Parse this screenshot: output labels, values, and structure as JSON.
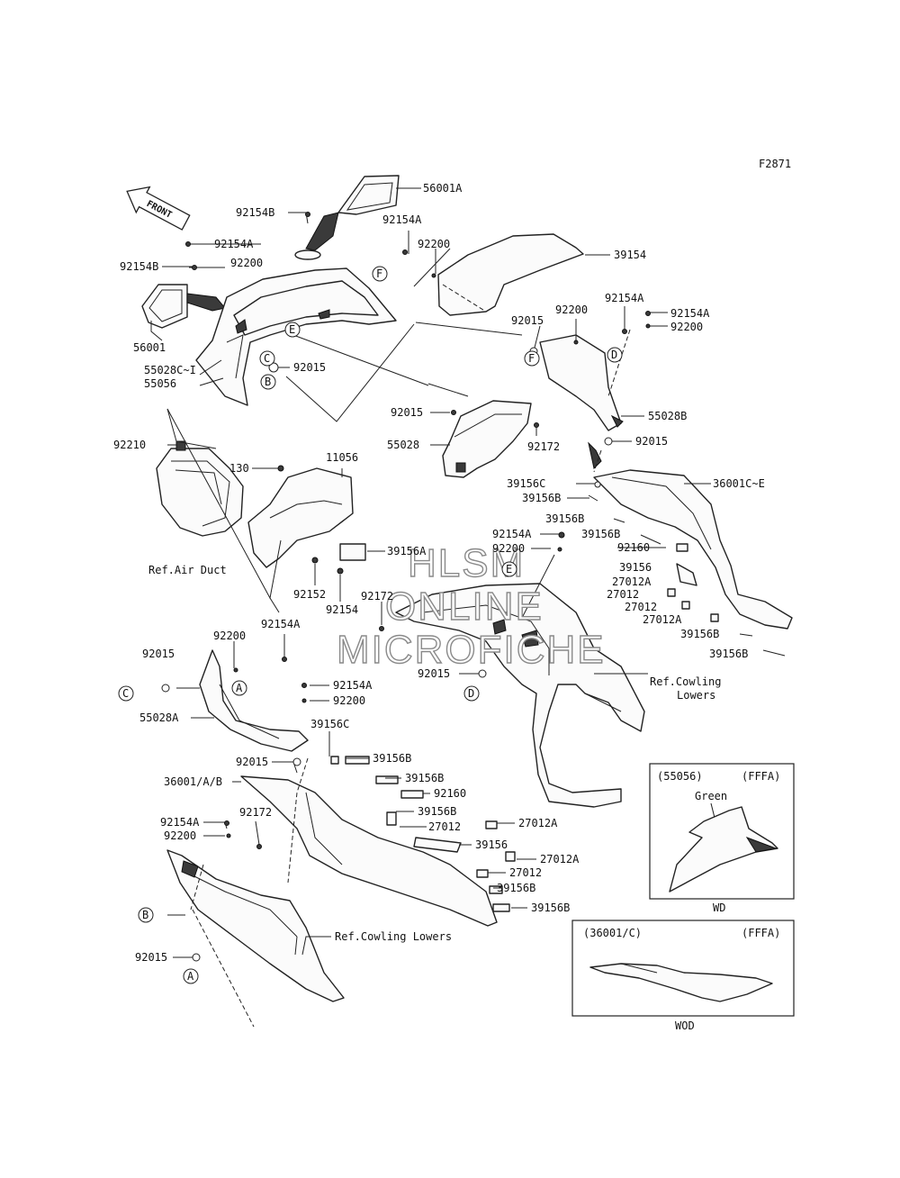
{
  "diagram_code": "F2871",
  "front_arrow": "FRONT",
  "watermark": [
    "HLSM",
    "ONLINE",
    "MICROFICHE"
  ],
  "ref_labels": {
    "air_duct": "Ref.Air Duct",
    "cowling_lowers_1": "Ref.Cowling",
    "cowling_lowers_2": "Lowers",
    "cowling_lowers_bottom": "Ref.Cowling Lowers"
  },
  "circle_markers": [
    "A",
    "B",
    "C",
    "D",
    "E",
    "F"
  ],
  "inset_wd": {
    "part": "(55056)",
    "code": "(FFFA)",
    "color": "Green",
    "caption": "WD"
  },
  "inset_wod": {
    "part": "(36001/C)",
    "code": "(FFFA)",
    "caption": "WOD"
  },
  "labels": [
    "56001A",
    "92154B",
    "92154A",
    "92154B",
    "92200",
    "56001",
    "55028C~I",
    "55056",
    "92015",
    "92154A",
    "92200",
    "39154",
    "92015",
    "92200",
    "92154A",
    "92154A",
    "92200",
    "55028B",
    "92015",
    "92015",
    "55028",
    "92172",
    "92210",
    "130",
    "11056",
    "39156A",
    "92152",
    "92154",
    "39156C",
    "39156B",
    "36001C~E",
    "39156B",
    "39156B",
    "92154A",
    "92200",
    "92160",
    "39156",
    "27012A",
    "27012",
    "27012",
    "27012A",
    "39156B",
    "39156B",
    "92172",
    "92015",
    "92154A",
    "92200",
    "92015",
    "55028A",
    "92154A",
    "92200",
    "39156C",
    "92015",
    "36001/A/B",
    "39156B",
    "39156B",
    "92160",
    "39156B",
    "27012",
    "27012A",
    "39156",
    "27012A",
    "27012",
    "39156B",
    "39156B",
    "92154A",
    "92172",
    "92200",
    "92015"
  ]
}
